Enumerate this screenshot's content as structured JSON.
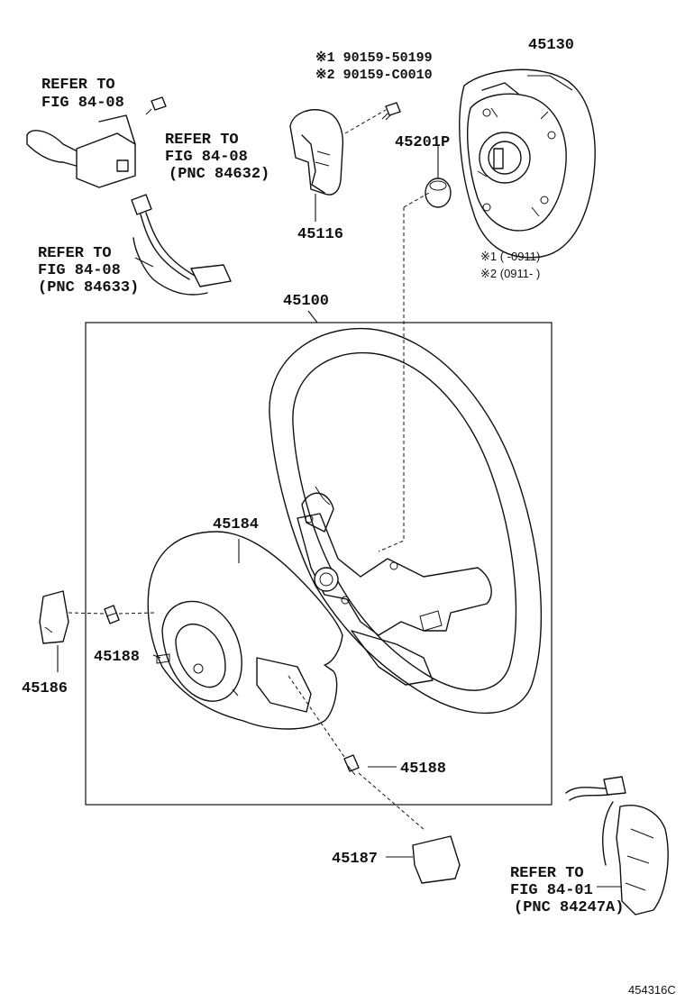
{
  "diagram": {
    "callouts": {
      "refer_switch_a": [
        "REFER TO",
        "FIG 84-08"
      ],
      "refer_switch_b": [
        "REFER TO",
        "FIG 84-08",
        "(PNC 84632)"
      ],
      "refer_harness": [
        "REFER TO",
        "FIG 84-08",
        "(PNC 84633)"
      ],
      "refer_paddle": [
        "REFER TO",
        "FIG 84-01",
        "(PNC 84247A)"
      ]
    },
    "bolt_codes": {
      "code_1": "※1 90159-50199",
      "code_2": "※2 90159-C0010"
    },
    "legend": {
      "range_1": "※1 (  -0911)",
      "range_2": "※2 (0911-  )"
    },
    "parts": {
      "p45130": "45130",
      "p45201p": "45201P",
      "p45116": "45116",
      "p45100": "45100",
      "p45184": "45184",
      "p45188_a": "45188",
      "p45186": "45186",
      "p45188_b": "45188",
      "p45187": "45187"
    },
    "figure_id": "454316C"
  }
}
